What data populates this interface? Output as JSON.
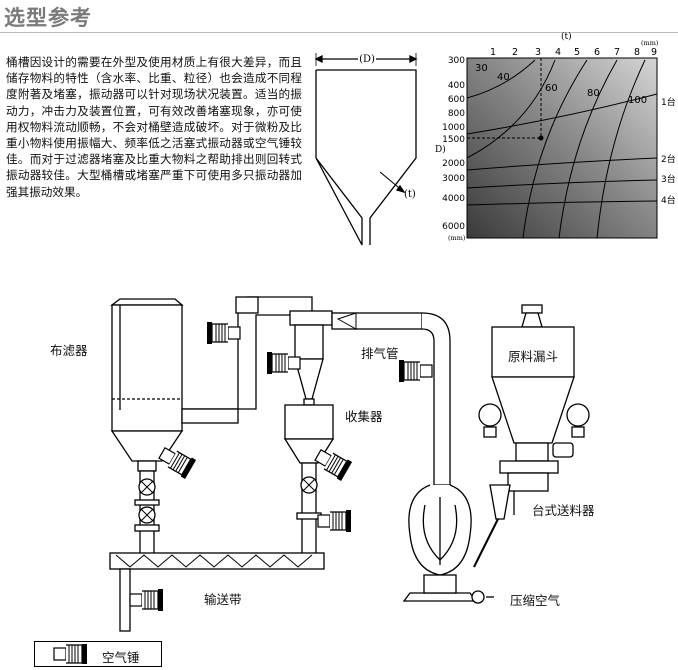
{
  "title": "选型参考",
  "paragraph": "桶槽因设计的需要在外型及使用材质上有很大差异，而且储存物料的特性（含水率、比重、粒径）也会造成不同程度附著及堵塞，振动器可以针对现场状况装置。适当的振动力，冲击力及装置位置，可有效改善堵塞现象，亦可使用权物料流动顺畅，不会对桶壁造成破坏。对于微粉及比重小物料使用振幅大、频率低之活塞式振动器或空气锤较佳。而对于过滤器堵塞及比重大物料之帮助排出则回转式振动器较佳。大型桶槽或堵塞严重下可使用多只振动器加强其振动效果。",
  "hopper": {
    "d_label": "(D)",
    "t_label": "(t)"
  },
  "chart": {
    "t_axis_label": "(t)",
    "t_unit": "(mm)",
    "t_ticks": [
      "1",
      "2",
      "3",
      "4",
      "5",
      "6",
      "7",
      "8",
      "9"
    ],
    "d_axis_label": "D)",
    "d_unit": "(mm)",
    "d_ticks": [
      "300",
      "400",
      "600",
      "800",
      "1000",
      "1500",
      "2000",
      "3000",
      "4000",
      "6000"
    ],
    "curve_labels": [
      "30",
      "40",
      "60",
      "80",
      "100"
    ],
    "count_labels": [
      "1台",
      "2台",
      "3台",
      "4台"
    ]
  },
  "labels": {
    "bag_filter": "布滤器",
    "exhaust_pipe": "排气管",
    "collector": "收集器",
    "raw_hopper": "原料漏斗",
    "table_feeder": "台式送料器",
    "conveyor": "输送带",
    "compressed_air": "压缩空气"
  },
  "legend": {
    "label": "空气锤"
  }
}
